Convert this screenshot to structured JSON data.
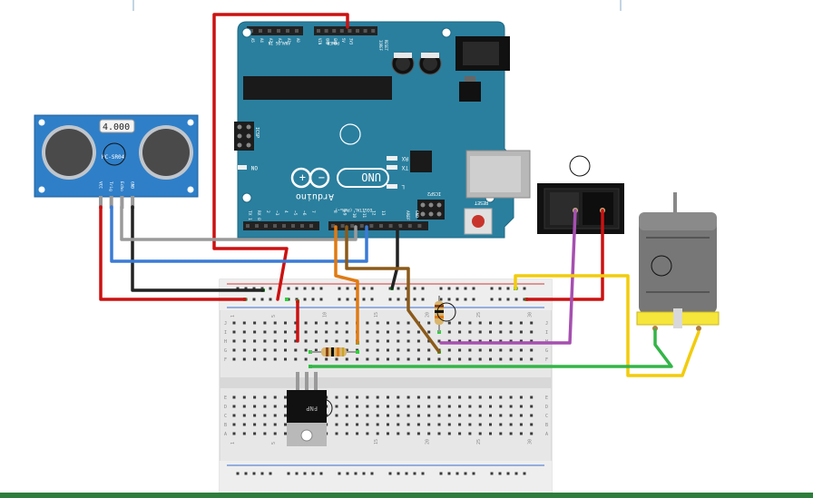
{
  "arduino": {
    "brand": "Arduino",
    "model": "UNO",
    "on_label": "ON",
    "tx_label": "TX",
    "rx_label": "RX",
    "l_label": "L",
    "icsp_label": "ICSP",
    "icsp2_label": "ICSP2",
    "reset_label": "RESET",
    "analog_in_label": "ANALOG IN",
    "power_label": "POWER",
    "digital_label": "DIGITAL (PWM=~)",
    "aref_label": "AREF",
    "gnd_label": "GND",
    "pin_labels_digital": [
      "TX 1",
      "RX 0",
      "2",
      "~3",
      "4",
      "~5",
      "~6",
      "7",
      "8",
      "~9",
      "~10",
      "~11",
      "12",
      "13"
    ],
    "pin_labels_power": [
      "VIN",
      "GND",
      "GND",
      "5V",
      "3V3",
      "RESET",
      "IOREF"
    ],
    "pin_labels_analog": [
      "A5",
      "A4",
      "A3",
      "A2",
      "A1",
      "A0"
    ]
  },
  "ultrasonic": {
    "model": "HC-SR04",
    "display": "4.000",
    "pins": [
      "VCC",
      "Trig",
      "Echo",
      "GND"
    ]
  },
  "transistor": {
    "label": "PNP"
  },
  "breadboard": {
    "column_numbers": [
      "1",
      "5",
      "10",
      "15",
      "20",
      "25",
      "30"
    ],
    "row_letters_top": [
      "J",
      "I",
      "H",
      "G",
      "F"
    ],
    "row_letters_bottom": [
      "E",
      "D",
      "C",
      "B",
      "A"
    ]
  },
  "colors": {
    "arduino_board": "#2a7f9e",
    "sensor_board": "#2f7fc8",
    "wire_red": "#cc1111",
    "wire_black": "#222222",
    "wire_blue": "#3a7bd5",
    "wire_gray": "#9a9a9a",
    "wire_orange": "#e07a12",
    "wire_brown": "#8b5a1a",
    "wire_purple": "#a64fb0",
    "wire_green": "#33b548",
    "wire_yellow": "#f2cc0c"
  }
}
